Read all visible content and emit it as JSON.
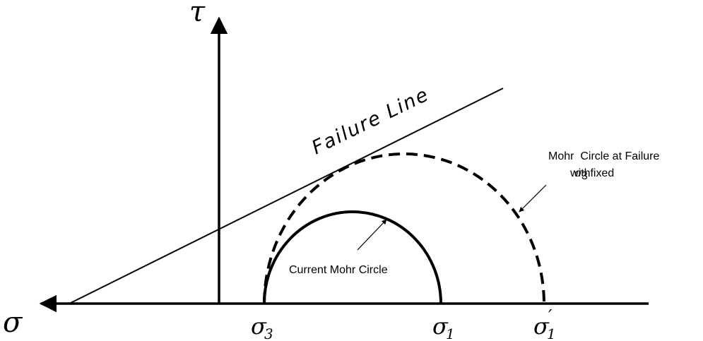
{
  "axes": {
    "shear_axis_symbol": "τ",
    "normal_axis_symbol": "σ"
  },
  "stress_marks": {
    "sigma3": {
      "base": "σ",
      "sub": "3"
    },
    "sigma1": {
      "base": "σ",
      "sub": "1"
    },
    "sigma1_prime": {
      "base": "σ",
      "sub": "1",
      "prime": "′"
    }
  },
  "labels": {
    "failure_line": "Failure Line",
    "failure_circle_line1": "Mohr  Circle at Failure",
    "failure_circle_line2_prefix": "with ",
    "failure_circle_line2_symbol": "σ",
    "failure_circle_line2_sub": "3",
    "failure_circle_line2_suffix": " fixed",
    "current_circle": "Current Mohr Circle"
  },
  "colors": {
    "ink": "#000000",
    "background": "#ffffff"
  }
}
